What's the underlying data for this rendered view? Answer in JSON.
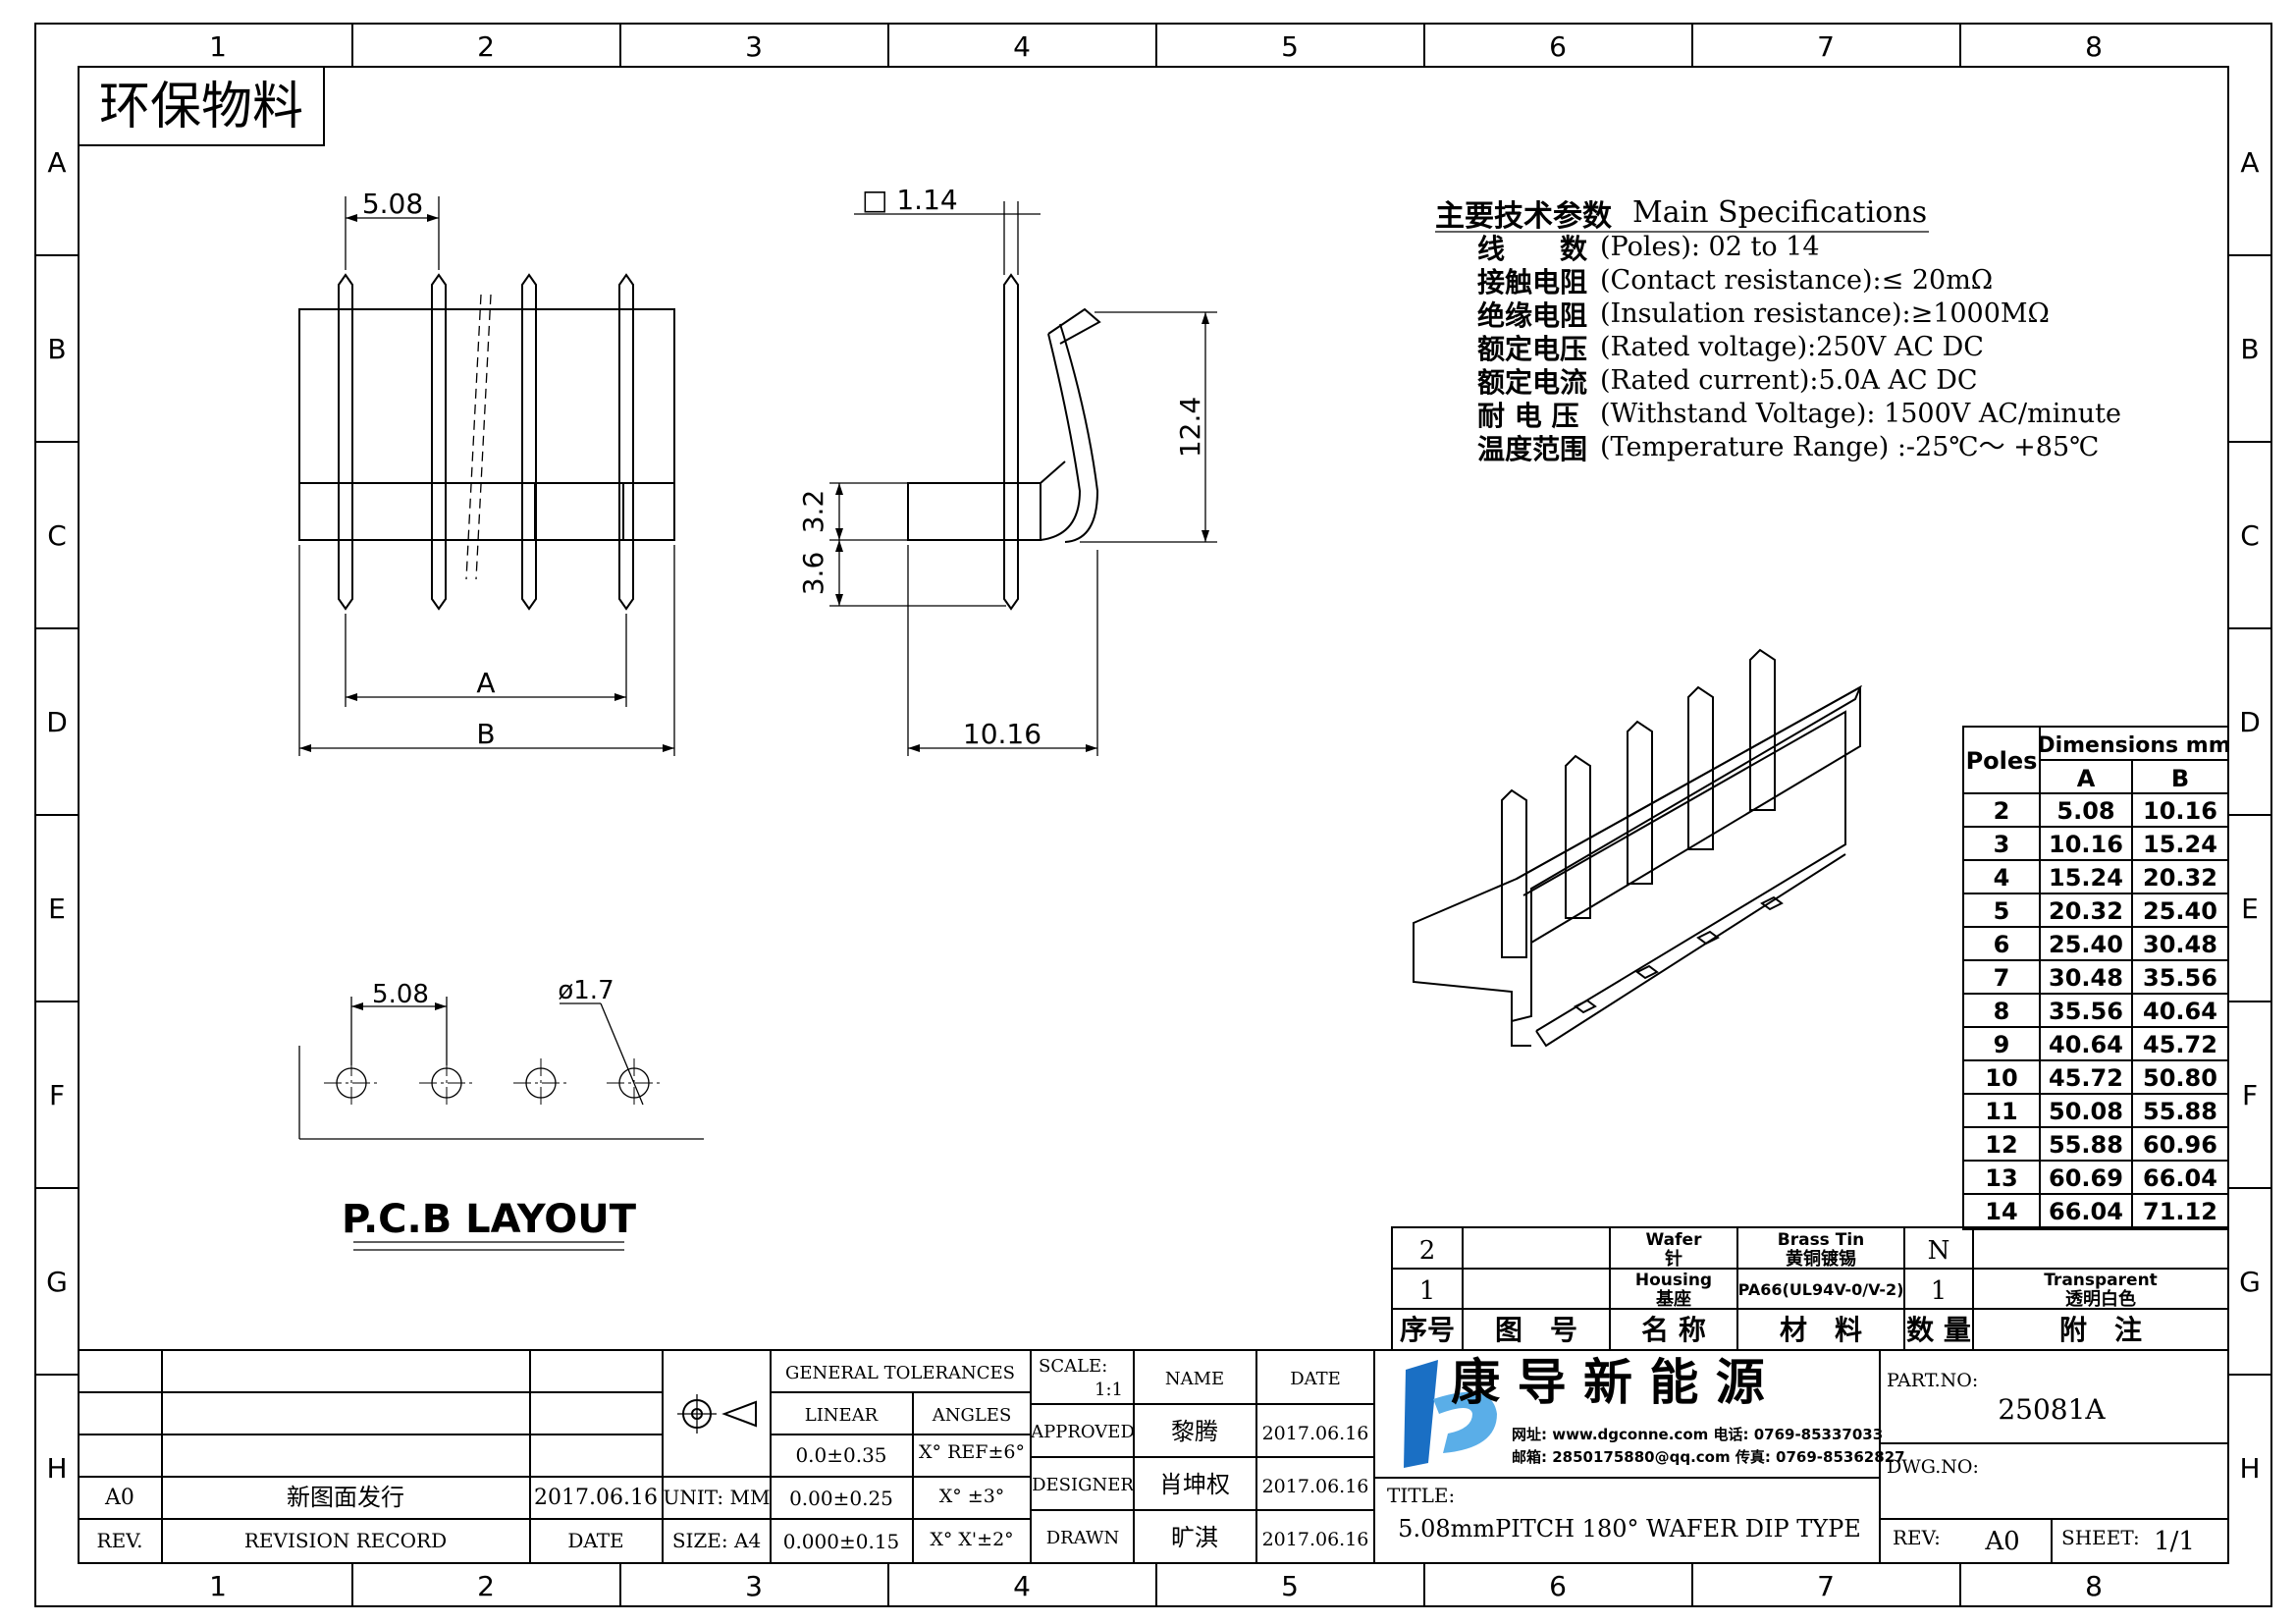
{
  "frame": {
    "col_labels": [
      "1",
      "2",
      "3",
      "4",
      "5",
      "6",
      "7",
      "8"
    ],
    "row_labels": [
      "A",
      "B",
      "C",
      "D",
      "E",
      "F",
      "G",
      "H"
    ]
  },
  "rohs_label": "环保物料",
  "dims": {
    "pitch": "5.08",
    "pin_size": "□ 1.14",
    "height": "12.4",
    "d1": "3.2",
    "d2": "3.6",
    "depth": "10.16",
    "a": "A",
    "b": "B",
    "pcb_pitch": "5.08",
    "hole": "ø1.7"
  },
  "pcb_layout_title": "P.C.B LAYOUT",
  "specs": {
    "title_cn": "主要技术参数",
    "title_en": "Main Specifications",
    "rows": [
      {
        "cn": "线　　数",
        "en": "(Poles): 02 to 14"
      },
      {
        "cn": "接触电阻",
        "en": "(Contact resistance):≤ 20mΩ"
      },
      {
        "cn": "绝缘电阻",
        "en": "(Insulation resistance):≥1000MΩ"
      },
      {
        "cn": "额定电压",
        "en": "(Rated voltage):250V AC DC"
      },
      {
        "cn": "额定电流",
        "en": "(Rated current):5.0A AC DC"
      },
      {
        "cn": "耐 电 压",
        "en": "(Withstand Voltage): 1500V AC/minute"
      },
      {
        "cn": "温度范围",
        "en": "(Temperature Range) :-25℃～ +85℃"
      }
    ]
  },
  "dim_table": {
    "poles_header": "Poles",
    "dims_header": "Dimensions mm",
    "col_a": "A",
    "col_b": "B",
    "rows": [
      [
        "2",
        "5.08",
        "10.16"
      ],
      [
        "3",
        "10.16",
        "15.24"
      ],
      [
        "4",
        "15.24",
        "20.32"
      ],
      [
        "5",
        "20.32",
        "25.40"
      ],
      [
        "6",
        "25.40",
        "30.48"
      ],
      [
        "7",
        "30.48",
        "35.56"
      ],
      [
        "8",
        "35.56",
        "40.64"
      ],
      [
        "9",
        "40.64",
        "45.72"
      ],
      [
        "10",
        "45.72",
        "50.80"
      ],
      [
        "11",
        "50.08",
        "55.88"
      ],
      [
        "12",
        "55.88",
        "60.96"
      ],
      [
        "13",
        "60.69",
        "66.04"
      ],
      [
        "14",
        "66.04",
        "71.12"
      ]
    ]
  },
  "bom": {
    "rows": [
      {
        "no": "2",
        "part_en": "Wafer",
        "part_cn": "针",
        "mat_en": "Brass Tin",
        "mat_cn": "黄铜镀锡",
        "qty": "N",
        "note_en": "",
        "note_cn": ""
      },
      {
        "no": "1",
        "part_en": "Housing",
        "part_cn": "基座",
        "mat_en": "PA66(UL94V-0/V-2)",
        "mat_cn": "",
        "qty": "1",
        "note_en": "Transparent",
        "note_cn": "透明白色"
      }
    ],
    "header": {
      "no": "序号",
      "drawing": "图　号",
      "name": "名 称",
      "material": "材　料",
      "qty": "数 量",
      "note": "附　注"
    }
  },
  "title_block": {
    "rev_rows": [
      {
        "rev": "A0",
        "record": "新图面发行",
        "date": "2017.06.16"
      }
    ],
    "rev_header": {
      "rev": "REV.",
      "record": "REVISION RECORD",
      "date": "DATE"
    },
    "unit": "UNIT: MM",
    "size": "SIZE: A4",
    "tolerances_title": "GENERAL TOLERANCES",
    "linear": "LINEAR",
    "angles": "ANGLES",
    "tol_rows": [
      {
        "lin": "0.0±0.35",
        "ang": "X° REF±6°"
      },
      {
        "lin": "0.00±0.25",
        "ang": "X° ±3°"
      },
      {
        "lin": "0.000±0.15",
        "ang": "X° X'±2°"
      }
    ],
    "scale_label": "SCALE:",
    "scale_value": "1:1",
    "name_header": "NAME",
    "date_header": "DATE",
    "approved": {
      "label": "APPROVED",
      "name": "黎腾",
      "date": "2017.06.16"
    },
    "designer": {
      "label": "DESIGNER",
      "name": "肖坤权",
      "date": "2017.06.16"
    },
    "drawn": {
      "label": "DRAWN",
      "name": "旷淇",
      "date": "2017.06.16"
    },
    "company_name": "康 导 新 能 源",
    "company_line1": "网址: www.dgconne.com  电话: 0769-85337033",
    "company_line2": "邮箱: 2850175880@qq.com 传真: 0769-85362827",
    "title_label": "TITLE:",
    "title_value": "5.08mmPITCH 180° WAFER DIP TYPE",
    "part_no_label": "PART.NO:",
    "part_no_value": "25081A",
    "dwg_no_label": "DWG.NO:",
    "rev_label": "REV:",
    "rev_value": "A0",
    "sheet_label": "SHEET:",
    "sheet_value": "1/1"
  },
  "colors": {
    "line": "#000000",
    "logo_blue": "#1a6fc4",
    "logo_light": "#5aaee8"
  }
}
